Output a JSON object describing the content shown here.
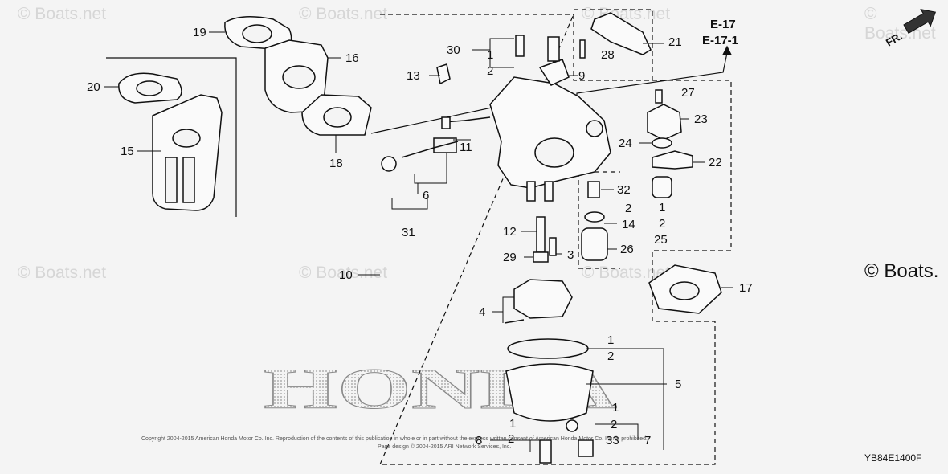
{
  "watermarks": {
    "text": "© Boats.net",
    "prominent": "© Boats."
  },
  "references": [
    "E-17",
    "E-17-1"
  ],
  "direction_label": "FR.",
  "brand_text": "HONDA",
  "copyright": [
    "Copyright 2004-2015 American Honda Motor Co. Inc. Reproduction of the contents of this publication in whole or in part without the express written consent of American Honda Motor Co. Inc. is prohibited.",
    "Page design © 2004-2015 ARI Network Services, Inc."
  ],
  "diagram_code": "YB84E1400F",
  "callouts": [
    "1",
    "2",
    "3",
    "4",
    "5",
    "6",
    "7",
    "8",
    "9",
    "10",
    "11",
    "12",
    "13",
    "14",
    "15",
    "16",
    "17",
    "18",
    "19",
    "20",
    "21",
    "22",
    "23",
    "24",
    "25",
    "26",
    "27",
    "28",
    "29",
    "30",
    "31",
    "32",
    "33"
  ],
  "colors": {
    "line": "#111111",
    "background": "#f4f4f4",
    "watermark": "#d6d6d6"
  }
}
